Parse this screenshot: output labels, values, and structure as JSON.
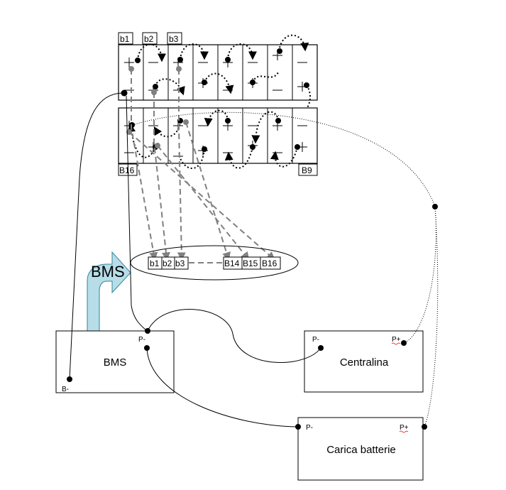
{
  "battery": {
    "top_labels": [
      "b1",
      "b2",
      "b3"
    ],
    "bottom_left_label": "B16",
    "bottom_right_label": "B9"
  },
  "connector": {
    "labels": [
      "b1",
      "b2",
      "b3",
      "B14",
      "B15",
      "B16"
    ]
  },
  "bms_arrow": {
    "label": "BMS"
  },
  "bms_box": {
    "title": "BMS",
    "pin_p_minus": "P-",
    "pin_b_minus": "B-"
  },
  "controller_box": {
    "title": "Centralina",
    "pin_p_minus": "P-",
    "pin_p_plus": "P+"
  },
  "charger_box": {
    "title": "Carica batterie",
    "pin_p_minus": "P-",
    "pin_p_plus": "P+"
  },
  "colors": {
    "line": "#000000",
    "sense_wire": "#808080",
    "arrow_fill": "#b7dde8",
    "arrow_stroke": "#31859c",
    "spellcheck": "#ff0000"
  }
}
